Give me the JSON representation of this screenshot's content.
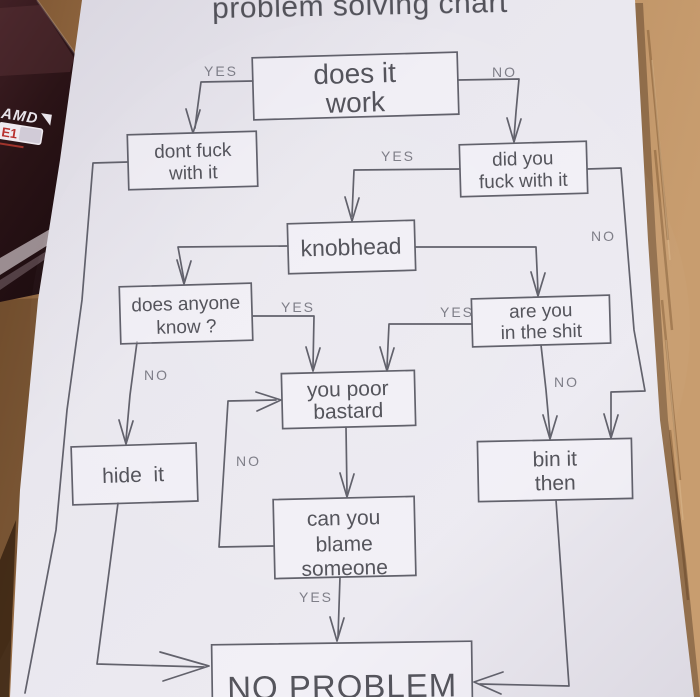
{
  "title": "problem solving chart",
  "amd_box": {
    "brand": "AMD",
    "chip": "E1"
  },
  "labels": [
    "YES",
    "NO",
    "YES",
    "NO",
    "YES",
    "NO",
    "YES",
    "NO",
    "NO",
    "YES"
  ],
  "nodes": [
    {
      "id": "does-it-work",
      "lines": [
        "does it",
        "work"
      ]
    },
    {
      "id": "dont-fuck-with-it",
      "lines": [
        "dont fuck",
        "with it"
      ]
    },
    {
      "id": "did-you-fuck-with-it",
      "lines": [
        "did you",
        "fuck with it"
      ]
    },
    {
      "id": "knobhead",
      "lines": [
        "knobhead"
      ]
    },
    {
      "id": "does-anyone-know",
      "lines": [
        "does anyone",
        "know ?"
      ]
    },
    {
      "id": "are-you-in-the-shit",
      "lines": [
        "are you",
        "in the shit"
      ]
    },
    {
      "id": "you-poor-bastard",
      "lines": [
        "you poor",
        "bastard"
      ]
    },
    {
      "id": "hide-it",
      "lines": [
        "hide  it"
      ]
    },
    {
      "id": "bin-it-then",
      "lines": [
        "bin it",
        "then"
      ]
    },
    {
      "id": "can-you-blame-someone",
      "lines": [
        "can you",
        "blame",
        "someone"
      ]
    },
    {
      "id": "no-problem",
      "lines": [
        "NO PROBLEM"
      ]
    }
  ],
  "edges": [
    {
      "from": "does it work",
      "to": "dont fuck with it",
      "label": "YES"
    },
    {
      "from": "does it work",
      "to": "did you fuck with it",
      "label": "NO"
    },
    {
      "from": "did you fuck with it",
      "to": "knobhead",
      "label": "YES"
    },
    {
      "from": "did you fuck with it",
      "to": "bin it then",
      "label": "NO"
    },
    {
      "from": "knobhead",
      "to": "does anyone know ?",
      "label": ""
    },
    {
      "from": "knobhead",
      "to": "are you in the shit",
      "label": ""
    },
    {
      "from": "does anyone know ?",
      "to": "you poor bastard",
      "label": "YES"
    },
    {
      "from": "does anyone know ?",
      "to": "hide it",
      "label": "NO"
    },
    {
      "from": "are you in the shit",
      "to": "you poor bastard",
      "label": "YES"
    },
    {
      "from": "are you in the shit",
      "to": "bin it then",
      "label": "NO"
    },
    {
      "from": "you poor bastard",
      "to": "can you blame someone",
      "label": ""
    },
    {
      "from": "can you blame someone",
      "to": "you poor bastard",
      "label": "NO"
    },
    {
      "from": "can you blame someone",
      "to": "NO PROBLEM",
      "label": "YES"
    },
    {
      "from": "hide it",
      "to": "NO PROBLEM",
      "label": ""
    },
    {
      "from": "bin it then",
      "to": "NO PROBLEM",
      "label": ""
    },
    {
      "from": "dont fuck with it",
      "to": "NO PROBLEM",
      "label": ""
    }
  ],
  "colors": {
    "ink": "#565660",
    "label": "#75757f",
    "paper": "#e9e7ee",
    "desk": "#b5895c",
    "amd_box": "#2a1316",
    "badge_red": "#b8302e"
  }
}
